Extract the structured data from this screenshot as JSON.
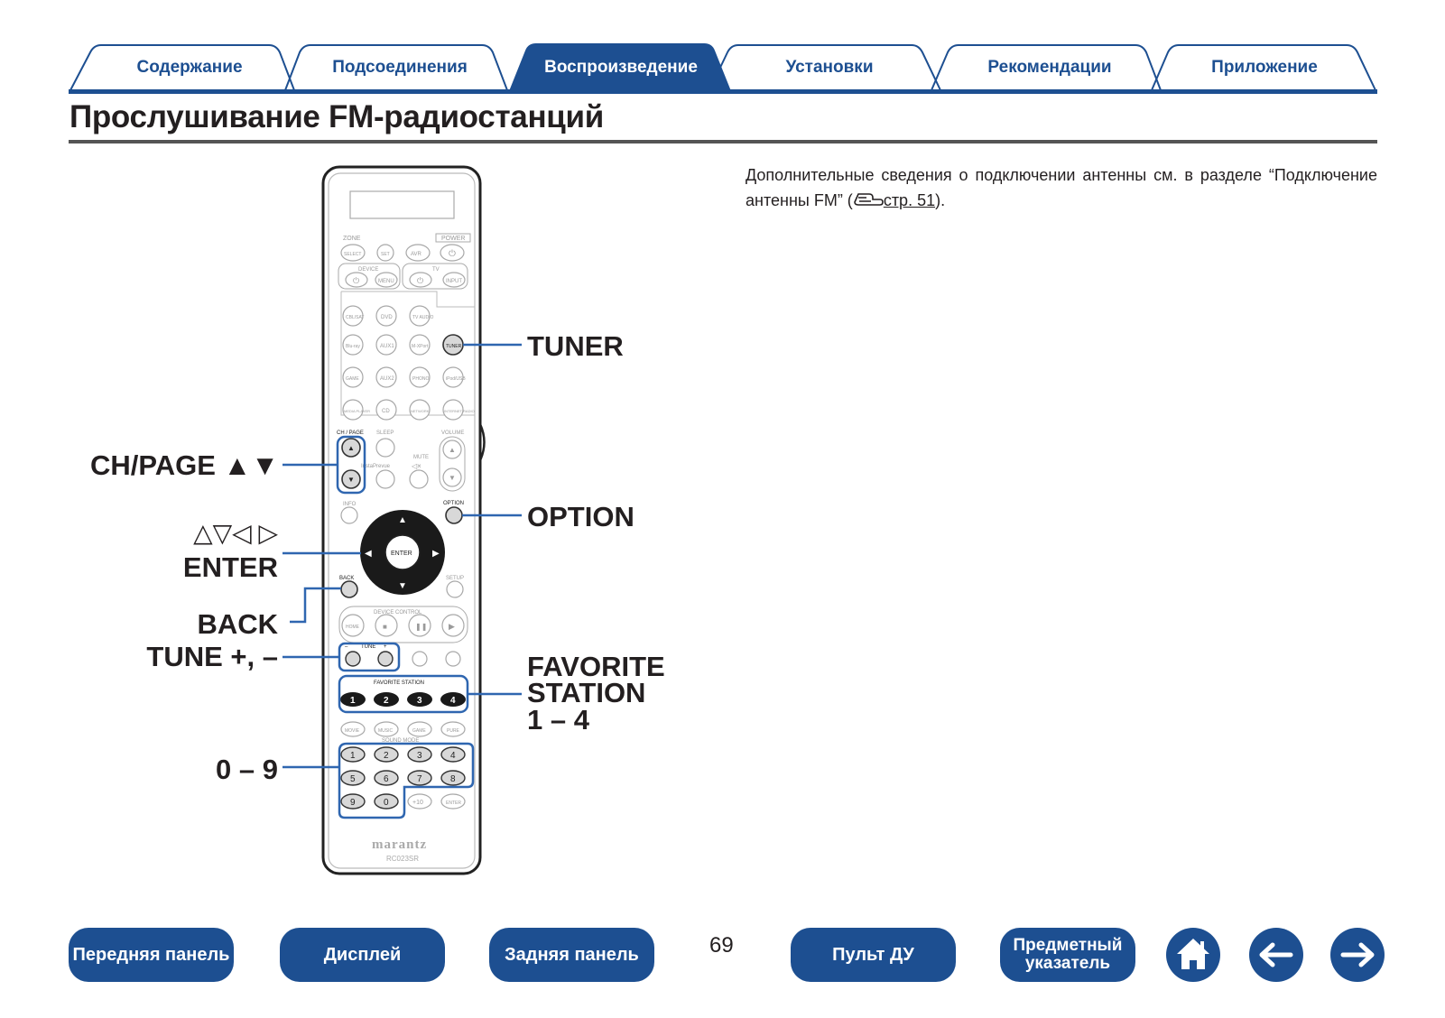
{
  "tabs": [
    {
      "label": "Содержание",
      "active": false
    },
    {
      "label": "Подсоединения",
      "active": false
    },
    {
      "label": "Воспроизведение",
      "active": true
    },
    {
      "label": "Установки",
      "active": false
    },
    {
      "label": "Рекомендации",
      "active": false
    },
    {
      "label": "Приложение",
      "active": false
    }
  ],
  "title": "Прослушивание FM-радиостанций",
  "info": {
    "text_before": "Дополнительные сведения о подключении антенны см. в разделе “Подключение антенны FM” (",
    "link": "стр. 51",
    "text_after": ")."
  },
  "remote": {
    "brand": "marantz",
    "model": "RC023SR",
    "labels": {
      "zone": "ZONE",
      "power": "POWER",
      "select": "SELECT",
      "set": "SET",
      "avr": "AVR",
      "device": "DEVICE",
      "tv": "TV",
      "menu": "MENU",
      "input": "INPUT",
      "cbl_sat": "CBL/SAT",
      "dvd": "DVD",
      "tv_audio": "TV AUDIO",
      "bluray": "Blu-ray",
      "aux1": "AUX1",
      "mxport": "M-XPort",
      "tuner": "TUNER",
      "game": "GAME",
      "aux2": "AUX2",
      "phono": "PHONO",
      "ipod_usb": "iPod/USB",
      "media_player": "MEDIA PLAYER",
      "cd": "CD",
      "network": "NETWORK",
      "internet_radio": "INTERNET RADIO",
      "ch_page": "CH / PAGE",
      "sleep": "SLEEP",
      "volume": "VOLUME",
      "instaprevue": "InstaPrevue",
      "mute": "MUTE",
      "info": "INFO",
      "option": "OPTION",
      "enter": "ENTER",
      "back": "BACK",
      "setup": "SETUP",
      "device_control": "DEVICE CONTROL",
      "home": "HOME",
      "tune": "TUNE",
      "favorite_station": "FAVORITE STATION",
      "movie": "MOVIE",
      "music": "MUSIC",
      "game2": "GAME",
      "pure": "PURE",
      "sound_mode": "SOUND MODE",
      "plus10": "+10",
      "enter_small": "ENTER",
      "minus": "–",
      "plus": "+"
    },
    "favorites": [
      "1",
      "2",
      "3",
      "4"
    ],
    "digits": [
      "1",
      "2",
      "3",
      "4",
      "5",
      "6",
      "7",
      "8",
      "9",
      "0"
    ]
  },
  "callouts": {
    "tuner": "TUNER",
    "ch_page": "CH/PAGE ▲▼",
    "arrows": "△▽◁ ▷",
    "enter": "ENTER",
    "option": "OPTION",
    "back": "BACK",
    "tune": "TUNE +, –",
    "favorite_1": "FAVORITE",
    "favorite_2": "STATION",
    "favorite_3": "1 – 4",
    "digits": "0 – 9"
  },
  "footer": {
    "front_panel": "Передняя панель",
    "display": "Дисплей",
    "rear_panel": "Задняя панель",
    "page": "69",
    "remote": "Пульт ДУ",
    "index": "Предметный указатель"
  },
  "colors": {
    "brand": "#1d4f91",
    "highlight": "#2f66b0",
    "text": "#231f20"
  }
}
